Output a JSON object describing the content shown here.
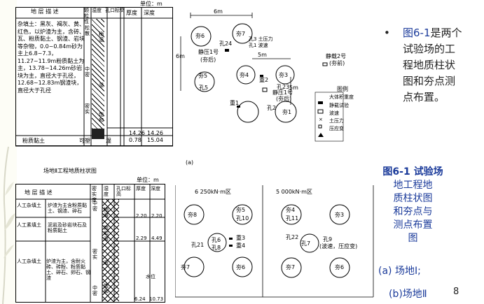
{
  "unit_label": "单位：m",
  "logs": {
    "a": {
      "headers": [
        "地 层 描 述",
        "颗粒性",
        "湿度",
        "孔口标高",
        "厚度",
        "深度"
      ],
      "desc1": "杂填土：黑灰、褐灰、黄、红色，以炉渣为主，含砖、瓦、粉质黏土、钢渣、岩块等杂物，0.0~0.84m砂为主上6.8~7.3，11.27~11.9m粉质黏土为主，13.78~14.26m砂岩块为主，直径大于孔径，12.68~12.83m钢渣块，直径大于孔径",
      "col_density": [
        "松散",
        "中密",
        "密实"
      ],
      "col_moisture": [
        "稍湿",
        "湿",
        "饱和"
      ],
      "layer2": "粉质黏土",
      "layer2_density": "可塑",
      "layer2_moisture": "湿",
      "thick": [
        "14.26",
        "0.78"
      ],
      "depth": [
        "14.26",
        "15.04"
      ]
    },
    "b": {
      "title": "场地Ⅱ工程地质柱状图",
      "headers": [
        "地 层 描 述",
        "密实度",
        "湿度",
        "孔口标高",
        "厚度",
        "深度"
      ],
      "rows": [
        {
          "name": "人工杂填土",
          "desc": "炉渣为主含粉质黏土、钢渣、碎石",
          "density": "中密",
          "moisture": "稍湿",
          "thick": "2.20",
          "depth": "2.20"
        },
        {
          "name": "人工素填土",
          "desc": "泥岩及砂岩块石及粉质黏土",
          "density": "",
          "moisture": "饱和湿",
          "thick": "2.29",
          "depth": "4.49"
        },
        {
          "name": "人工杂填土",
          "desc": "炉渣为主，含耐火砖、砖粉、粉质黏土、碎石、卵石、钢渣",
          "density": "密实",
          "moisture": "湿",
          "thick": "6.24",
          "depth": "10.73"
        }
      ],
      "bottom_density": "中密",
      "bottom_moisture": "饱和",
      "water_label": "水位"
    }
  },
  "site_a": {
    "scale_6m": "6m",
    "scale_5m": "5m",
    "scale_6m_v": "6m",
    "scale_5m_v": "5m",
    "holes": [
      "夯6",
      "夯7",
      "夯5",
      "夯4",
      "夯3",
      "夯1"
    ],
    "labels": {
      "k24": "孔24",
      "k3": "孔3 土压力",
      "k1": "孔1 波速",
      "jy1": "静压1号",
      "jy1b": "(夯后)",
      "jy2": "静载2号",
      "jy2b": "(夯前)",
      "k5": "孔5",
      "k23": "孔23",
      "zhong2": "重2",
      "zhong1": "重1",
      "jy1c": "静压1号",
      "jy1d": "(夯后)",
      "k2": "孔2"
    },
    "legend_title": "图例",
    "legend": [
      "大体积重度",
      "静载试验",
      "波速",
      "土压力",
      "压应变"
    ],
    "caption": "(a)"
  },
  "site_b": {
    "zone1": "6 250kN·m区",
    "zone2": "5 000kN·m区",
    "left_holes": [
      "夯8",
      "夯7",
      "夯6"
    ],
    "left_labels": {
      "k5": "夯5",
      "k10": "孔10",
      "k6": "孔6",
      "k8": "孔8",
      "k21": "孔21",
      "z3": "重3",
      "z4": "重4"
    },
    "right_holes": [
      "夯3",
      "夯6",
      "夯7"
    ],
    "right_labels": {
      "k4": "夯4",
      "k11": "孔11",
      "k22": "孔22",
      "k7": "孔7",
      "k9": "孔9",
      "k9b": "(波速，压应变)"
    }
  },
  "bullet": {
    "text": "图6-1是两个试验场的工程地质柱状图和夯点测点布置。",
    "lines": [
      "图6-1是两个",
      "试验场的工",
      "程地质柱状",
      "图和夯点测",
      "点布置。"
    ]
  },
  "caption": {
    "lines": [
      "图6-1 试验场",
      "地工程地",
      "质柱状图",
      "和夯点与",
      "测点布置",
      "图"
    ],
    "a": "(a) 场地Ⅰ;",
    "b": "(b)场地Ⅱ"
  },
  "page_number": "8"
}
